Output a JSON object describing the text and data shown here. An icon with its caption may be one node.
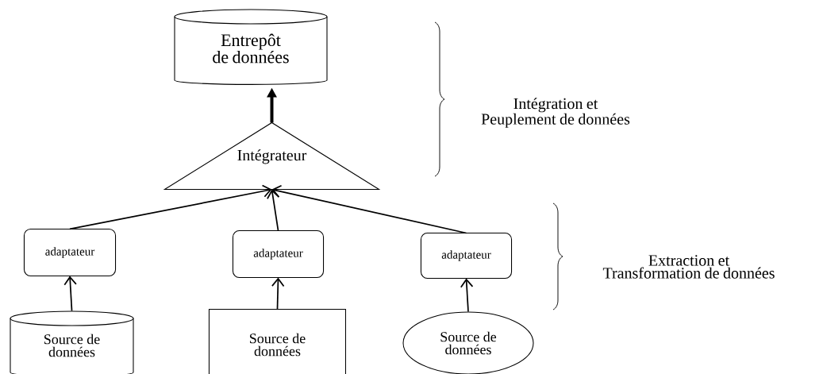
{
  "diagram": {
    "nodes": [
      {
        "text": [
          "Entrepôt de données"
        ]
      },
      {
        "text": [
          "Intégrateur"
        ]
      },
      {
        "text": [
          "adaptateur"
        ]
      },
      {
        "text": [
          "adaptateur"
        ]
      },
      {
        "text": [
          "adaptateur"
        ]
      },
      {
        "text": [
          "Source de données"
        ]
      },
      {
        "text": [
          "Source de données"
        ]
      },
      {
        "text": [
          "Source de données"
        ]
      }
    ],
    "edges": [
      {
        "from": 1,
        "to": 0,
        "arrow": "to",
        "style": "thick"
      },
      {
        "from": 2,
        "to": 1,
        "arrow": "to"
      },
      {
        "from": 3,
        "to": 1,
        "arrow": "to"
      },
      {
        "from": 4,
        "to": 1,
        "arrow": "to"
      },
      {
        "from": 5,
        "to": 2,
        "arrow": "to"
      },
      {
        "from": 6,
        "to": 3,
        "arrow": "to"
      },
      {
        "from": 7,
        "to": 4,
        "arrow": "to"
      }
    ],
    "labels": [
      "Intégration et Peuplement de données",
      "Extraction et Transformation de données"
    ]
  }
}
